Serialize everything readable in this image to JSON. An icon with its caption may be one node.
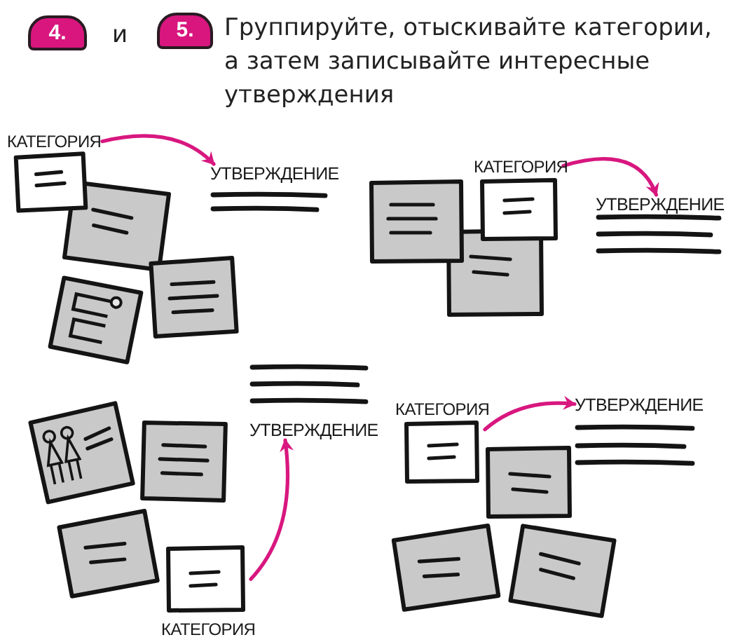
{
  "diagram": {
    "title": "Группируйте, отыскивайте категории, а затем записывайте интересные утверждения",
    "nodes": [
      {
        "text": [
          "4."
        ]
      },
      {
        "text": [
          "5."
        ]
      },
      {
        "text": [
          "КАТЕГОРИЯ"
        ]
      },
      {
        "text": [
          "УТВЕРЖДЕНИЕ"
        ]
      },
      {
        "text": [],
        "shape": "box"
      },
      {
        "text": [],
        "shape": "box"
      },
      {
        "text": [],
        "shape": "box"
      },
      {
        "text": [],
        "shape": "box"
      },
      {
        "text": [
          "КАТЕГОРИЯ"
        ]
      },
      {
        "text": [
          "УТВЕРЖДЕНИЕ"
        ]
      },
      {
        "text": [],
        "shape": "box"
      },
      {
        "text": [
          "УТВЕРЖДЕНИЕ"
        ]
      },
      {
        "text": [],
        "shape": "box"
      },
      {
        "text": [],
        "shape": "box"
      },
      {
        "text": [],
        "shape": "box"
      },
      {
        "text": [
          "КАТЕГОРИЯ"
        ]
      },
      {
        "text": [
          "КАТЕГОРИЯ"
        ]
      },
      {
        "text": [
          "УТВЕРЖДЕНИЕ"
        ]
      },
      {
        "text": [],
        "shape": "box"
      },
      {
        "text": [],
        "shape": "box"
      },
      {
        "text": [],
        "shape": "box"
      }
    ],
    "edges": [
      {
        "from": 2,
        "to": 3,
        "arrow": "to"
      },
      {
        "from": 8,
        "to": 9,
        "arrow": "to"
      },
      {
        "from": 15,
        "to": 11,
        "arrow": "to"
      },
      {
        "from": 16,
        "to": 17,
        "arrow": "to"
      }
    ],
    "labels": [
      "и"
    ]
  }
}
